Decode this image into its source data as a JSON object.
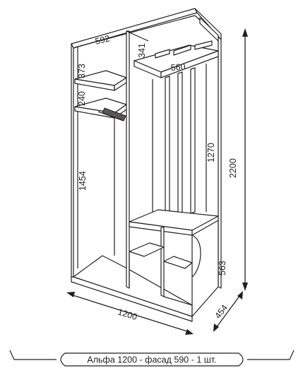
{
  "diagram": {
    "dimensions": {
      "width": "1200",
      "depth": "454",
      "height": "2200",
      "left_section_height": "1454",
      "shelf_gap_top": "373",
      "shelf_gap_bottom": "240",
      "top_depth": "592",
      "top_shelf_height": "341",
      "hanger_shelf_width": "560",
      "hanger_panel_height": "1270",
      "bench_height": "563"
    },
    "caption": "Альфа 1200 - фасад 590 - 1 шт.",
    "colors": {
      "line": "#231f20",
      "rail": "#5a5556",
      "background": "#ffffff"
    }
  }
}
